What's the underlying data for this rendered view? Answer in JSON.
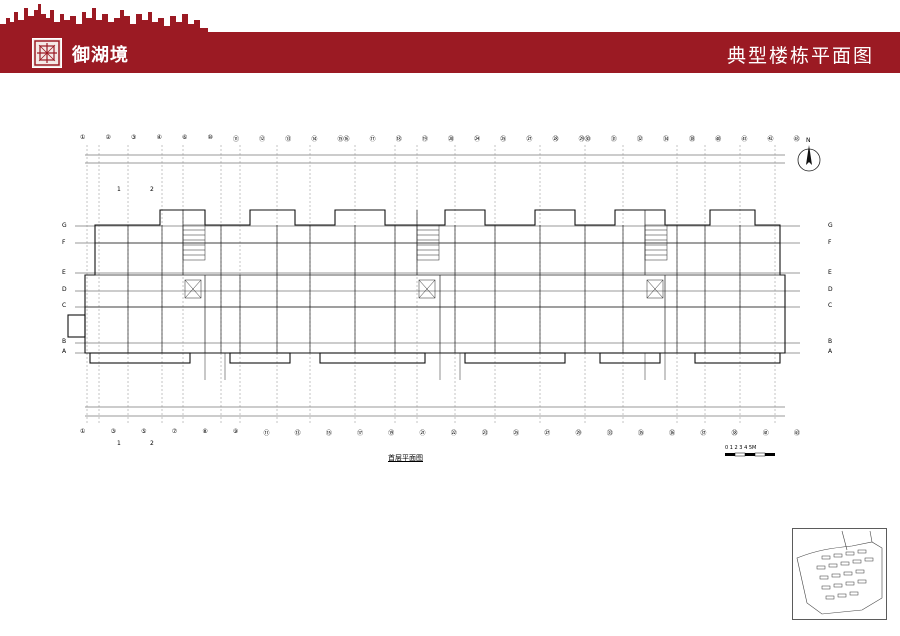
{
  "header": {
    "brand": "御湖境",
    "page_title": "典型楼栋平面图"
  },
  "plan": {
    "caption": "首层平面图",
    "scale_label": "0  1  2  3  4  5M",
    "top_axes": [
      "①",
      "②",
      "③",
      "④",
      "⑥",
      "⑩",
      "⑪",
      "⑫",
      "⑬",
      "⑭",
      "⑮⑯",
      "⑰",
      "⑱",
      "⑲",
      "⑳",
      "㉔",
      "㉕",
      "㉗",
      "㉘",
      "㉙㉚",
      "㉛",
      "㉜",
      "㉞",
      "㊳",
      "㊵",
      "㊶",
      "㊷",
      "㊸"
    ],
    "bottom_axes": [
      "①",
      "③",
      "⑤",
      "⑦",
      "⑧",
      "⑨",
      "⑪",
      "⑬",
      "⑮",
      "⑰",
      "⑲",
      "㉑",
      "㉒",
      "㉓",
      "㉕",
      "㉗",
      "㉙",
      "㉝",
      "㉟",
      "㊱",
      "㊲",
      "㊳",
      "㊶",
      "㊸"
    ],
    "row_axes_left": [
      "G",
      "F",
      "E",
      "D",
      "C",
      "B",
      "A"
    ],
    "row_axes_right": [
      "G",
      "F",
      "E",
      "D",
      "C",
      "B",
      "A"
    ],
    "section_marks": [
      "1",
      "2"
    ]
  },
  "colors": {
    "banner": "#9b1a23",
    "skyline": "#9b1a23",
    "line": "#222222"
  },
  "icons": {
    "logo": "brand-logo-icon",
    "compass": "north-arrow-icon",
    "keymap": "site-keymap-icon"
  }
}
